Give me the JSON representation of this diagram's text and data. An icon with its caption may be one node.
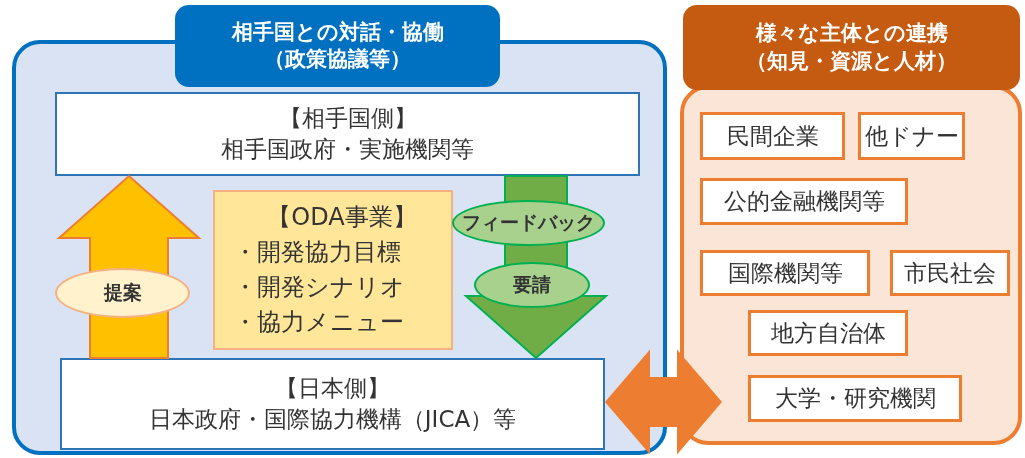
{
  "diagram": {
    "nodes": [
      {
        "text": [
          "相手国との対話・協働（政策協議等）"
        ]
      },
      {
        "text": [
          "【相手国側】",
          "相手国政府・実施機関等"
        ],
        "in": 0
      },
      {
        "text": [
          "【ODA事業】",
          "・開発協力目標",
          "・開発シナリオ",
          "・協力メニュー"
        ],
        "in": 0
      },
      {
        "text": [
          "フィードバック"
        ],
        "in": 0
      },
      {
        "text": [
          "【日本側】",
          "日本政府・国際協力機構（JICA）等"
        ],
        "in": 0
      },
      {
        "text": [
          "様々な主体との連携（知見・資源と人材）"
        ]
      },
      {
        "text": [
          "民間企業"
        ],
        "in": 5
      },
      {
        "text": [
          "他ドナー"
        ],
        "in": 5
      },
      {
        "text": [
          "公的金融機関等"
        ],
        "in": 5
      },
      {
        "text": [
          "国際機関等"
        ],
        "in": 5
      },
      {
        "text": [
          "市民社会"
        ],
        "in": 5
      },
      {
        "text": [
          "地方自治体"
        ],
        "in": 5
      },
      {
        "text": [
          "大学・研究機関"
        ],
        "in": 5
      }
    ],
    "edges": [
      {
        "from": 4,
        "to": 1,
        "arrow": "to",
        "label": "提案",
        "style": "thick",
        "color": "#ffc000"
      },
      {
        "from": 1,
        "to": 4,
        "arrow": "to",
        "label": "要請",
        "style": "thick",
        "color": "#70ad47"
      },
      {
        "from": 4,
        "to": 5,
        "arrow": "both",
        "style": "thick",
        "color": "#ed7d31"
      }
    ]
  }
}
